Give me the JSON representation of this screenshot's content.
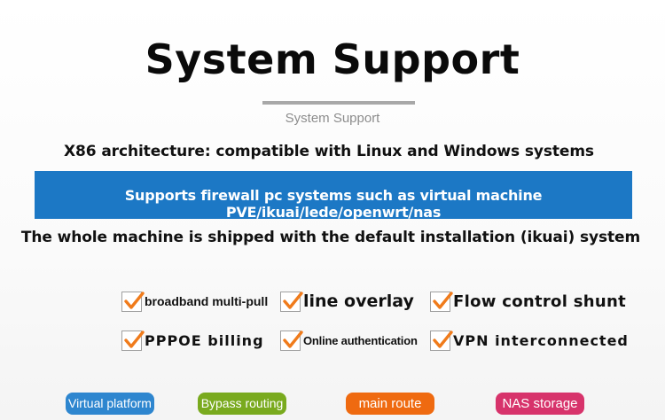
{
  "header": {
    "title": "System Support",
    "subtitle": "System Support"
  },
  "info": {
    "line1": "X86 architecture: compatible with Linux and Windows systems",
    "banner": "Supports firewall pc systems such as virtual machine PVE/ikuai/lede/openwrt/nas",
    "line3": "The whole machine is shipped with the default installation (ikuai) system"
  },
  "features": {
    "broadband": "broadband multi-pull",
    "line_overlay": "line overlay",
    "flow_control": "Flow control shunt",
    "pppoe": "PPPOE billing",
    "online_auth": "Online authentication",
    "vpn": "VPN interconnected"
  },
  "tags": {
    "virtual": "Virtual platform",
    "bypass": "Bypass routing",
    "main_route": "main route",
    "nas": "NAS storage"
  },
  "colors": {
    "banner_blue": "#1c78c5",
    "check_orange": "#f07b1b",
    "tag_virtual": "#2e86cf",
    "tag_bypass": "#79aa1e",
    "tag_main_route": "#ef6a10",
    "tag_nas": "#d7336b"
  },
  "icons": {
    "feature_checkbox": "checkmark-icon"
  }
}
